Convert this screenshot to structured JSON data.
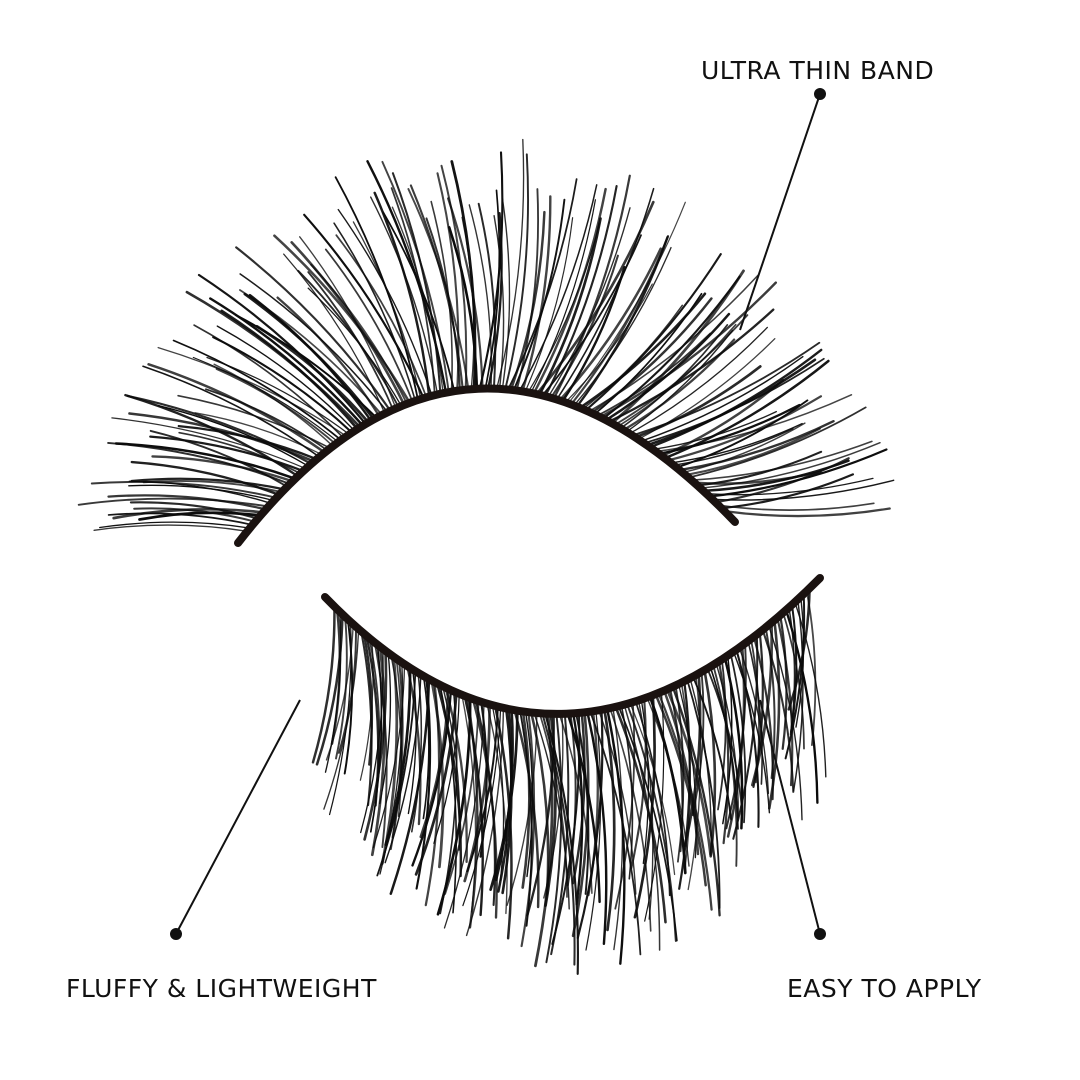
{
  "callouts": {
    "ultra_thin_band": "ULTRA THIN BAND",
    "fluffy_lightweight": "FLUFFY & LIGHTWEIGHT",
    "easy_to_apply": "EASY TO APPLY"
  },
  "colors": {
    "background": "#ffffff",
    "lash": "#0b0b0b",
    "band": "#1a1210",
    "callout_text": "#111111"
  },
  "icons": {
    "callout_marker": "callout-dot-icon"
  }
}
